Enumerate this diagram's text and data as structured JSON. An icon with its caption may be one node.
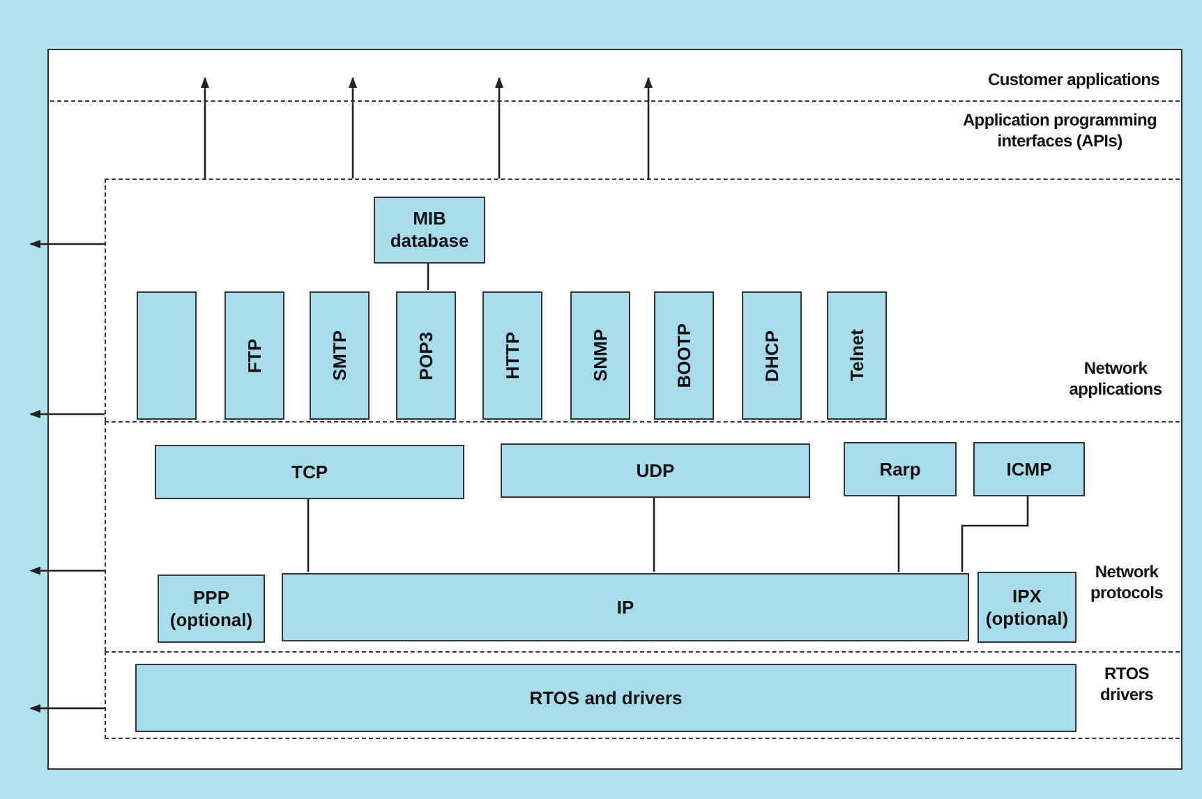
{
  "diagram": {
    "nodes": [
      {
        "text": [
          "Customer applications"
        ]
      },
      {
        "text": [
          "Application programming interfaces (APIs)"
        ]
      },
      {
        "text": [
          "Network applications"
        ]
      },
      {
        "text": [
          "MIB database"
        ],
        "in": 2
      },
      {
        "text": [],
        "shape": "box",
        "in": 2
      },
      {
        "text": [
          "FTP"
        ],
        "in": 2
      },
      {
        "text": [
          "SMTP"
        ],
        "in": 2
      },
      {
        "text": [
          "POP3"
        ],
        "in": 2
      },
      {
        "text": [
          "HTTP"
        ],
        "in": 2
      },
      {
        "text": [
          "SNMP"
        ],
        "in": 2
      },
      {
        "text": [
          "BOOTP"
        ],
        "in": 2
      },
      {
        "text": [
          "DHCP"
        ],
        "in": 2
      },
      {
        "text": [
          "Telnet"
        ],
        "in": 2
      },
      {
        "text": [
          "Network protocols"
        ]
      },
      {
        "text": [
          "TCP"
        ],
        "in": 13
      },
      {
        "text": [
          "UDP"
        ],
        "in": 13
      },
      {
        "text": [
          "Rarp"
        ],
        "in": 13
      },
      {
        "text": [
          "ICMP"
        ],
        "in": 13
      },
      {
        "text": [
          "PPP (optional)"
        ],
        "in": 13
      },
      {
        "text": [
          "IP"
        ],
        "in": 13
      },
      {
        "text": [
          "IPX (optional)"
        ],
        "in": 13
      },
      {
        "text": [
          "RTOS drivers"
        ]
      },
      {
        "text": [
          "RTOS and drivers"
        ],
        "in": 21
      }
    ],
    "edges": [
      {
        "from": 3,
        "to": 7,
        "arrow": "none"
      },
      {
        "from": 14,
        "to": 19,
        "arrow": "none"
      },
      {
        "from": 15,
        "to": 19,
        "arrow": "none"
      },
      {
        "from": 16,
        "to": 19,
        "arrow": "none"
      },
      {
        "from": 17,
        "to": 19,
        "arrow": "none"
      },
      {
        "from": 2,
        "to": 0,
        "arrow": "to"
      },
      {
        "from": 2,
        "to": 0,
        "arrow": "to"
      },
      {
        "from": 2,
        "to": 0,
        "arrow": "to"
      },
      {
        "from": 2,
        "to": 0,
        "arrow": "to"
      },
      {
        "from": 2,
        "to": null,
        "arrow": "to"
      },
      {
        "from": 2,
        "to": null,
        "arrow": "to"
      },
      {
        "from": 13,
        "to": null,
        "arrow": "to"
      },
      {
        "from": 21,
        "to": null,
        "arrow": "to"
      }
    ]
  }
}
